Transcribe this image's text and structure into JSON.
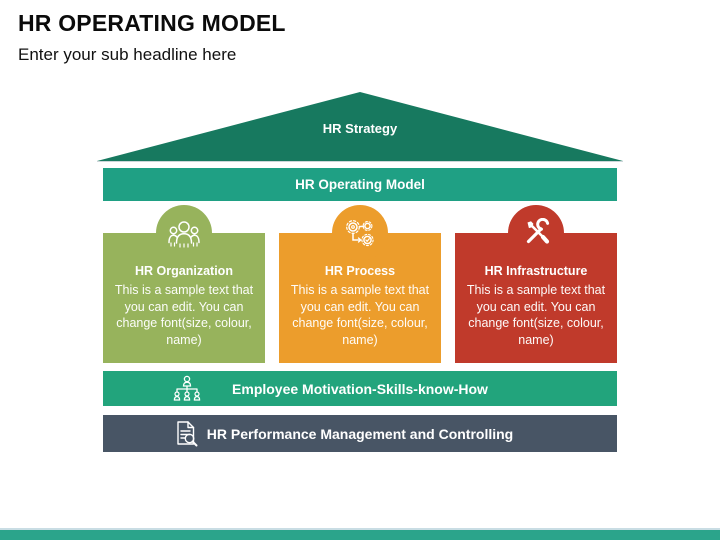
{
  "slide": {
    "title": "HR OPERATING MODEL",
    "subtitle": "Enter your sub headline here"
  },
  "diagram": {
    "roof": {
      "label": "HR Strategy",
      "color": "#17795F"
    },
    "operating_model_bar": {
      "label": "HR Operating Model",
      "color": "#1FA084"
    },
    "columns": [
      {
        "title": "HR Organization",
        "body": "This is a sample text that you can edit. You can change font(size, colour, name)",
        "color": "#97B35C",
        "icon": "people-group-icon"
      },
      {
        "title": "HR Process",
        "body": "This is a sample text that you can edit. You can change font(size, colour, name)",
        "color": "#EC9D2C",
        "icon": "process-gears-icon"
      },
      {
        "title": "HR Infrastructure",
        "body": "This is a sample text that you can edit. You can change font(size, colour, name)",
        "color": "#C03A2B",
        "icon": "tools-icon"
      }
    ],
    "bottom_bars": [
      {
        "label": "Employee Motivation-Skills-know-How",
        "color": "#22A47C",
        "icon": "org-hierarchy-icon"
      },
      {
        "label": "HR Performance Management and Controlling",
        "color": "#485565",
        "icon": "document-search-icon"
      }
    ]
  },
  "footer": {
    "accent_color": "#2BA48B"
  }
}
